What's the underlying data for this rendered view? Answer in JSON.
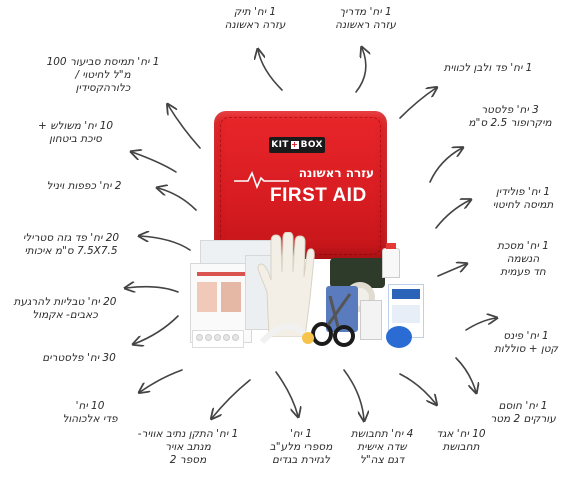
{
  "bag": {
    "logo_left": "KIT",
    "logo_right": "BOX",
    "title_hebrew": "עזרה ראשונה",
    "title_english": "FIRST AID"
  },
  "labels": {
    "bag_case": "1 יח' תיק\nעזרה ראשונה",
    "guide": "1 יח' מדריך\nעזרה ראשונה",
    "tape": "1 יח' פד ולבן לכווית",
    "chlorhexidine": "1 יח' תמיסת סביעור 100\nמ\"ל לחיטוי /\nכלורהקסידין",
    "micropore": "3 יח' פלסטר\nמיקרופור 2.5 ס\"מ",
    "scissors": "10 יח' משולש +\nסיכת ביטחון",
    "povidone": "1 יח' פולידין\nתמיסה לחיטוי",
    "gloves": "2 יח' כפפות ויניל",
    "mask": "1 יח' מסכת\nהנשמה\nחד פעמית",
    "gauze": "20 יח' פד גזה סטרילי\n7.5X7.5 ס\"מ איכותי",
    "tweezers": "1 יח' פינס\nקטן + סוללות",
    "burn_gel": "20 יח' טבליות להרגעת\nכאבים- אקמול",
    "tourniquet": "1 יח' חוסם\nעורקים 2 מטר",
    "plasters": "30 יח' פלסטרים",
    "alcohol_pads": "10 יח'\nפדי אלכוהול",
    "airway": "1 יח' התקן נתיב אוויר-\nמנתב אויר\nמספר 2",
    "scissors_bandage": "1 יח'\nמספרי מלע\"ב\nלגזירת בגדים",
    "bandage_idf": "4 יח' תחבושת\nשדה אישית\nדגם צה\"ל",
    "elastic": "10 יח' אגד\nתחבושת"
  }
}
